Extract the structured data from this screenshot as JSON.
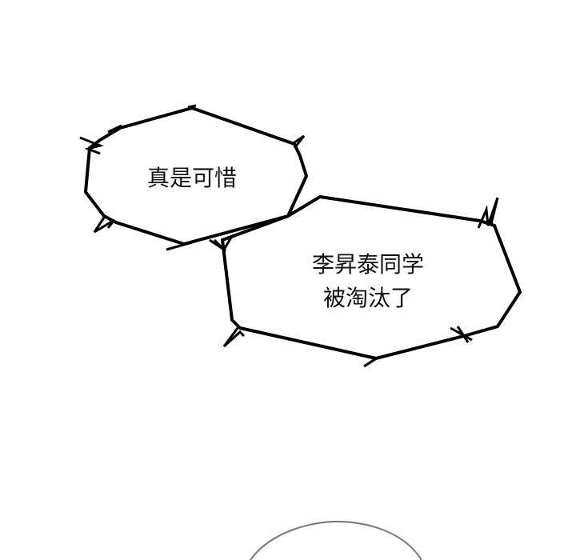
{
  "bubbles": [
    {
      "id": "bubble-1",
      "lines": [
        "真是可惜"
      ]
    },
    {
      "id": "bubble-2",
      "lines": [
        "李昇泰同学",
        "被淘汰了"
      ]
    }
  ],
  "colors": {
    "stroke": "#000000",
    "arc": "#777777",
    "background": "#ffffff"
  }
}
